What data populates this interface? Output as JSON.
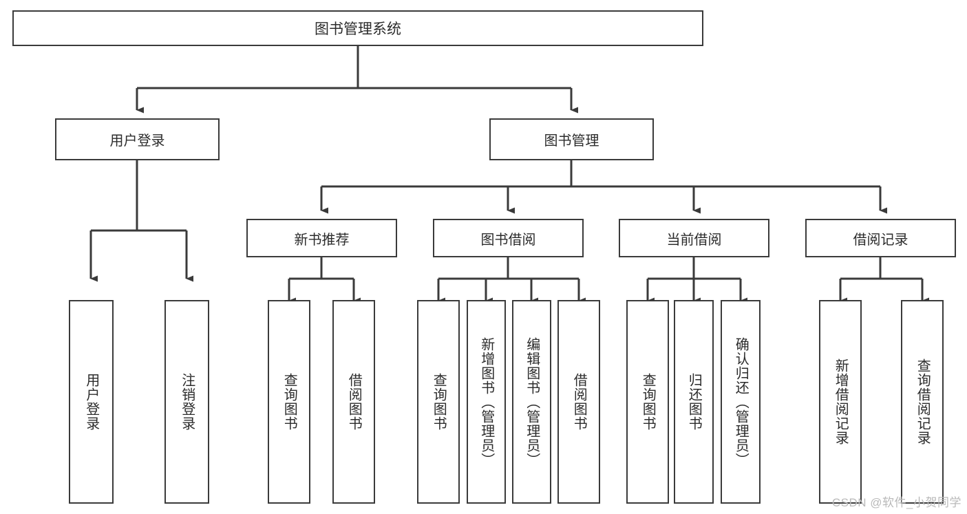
{
  "diagram": {
    "title": "图书管理系统",
    "type": "tree-hierarchy-diagram",
    "colors": {
      "background": "#ffffff",
      "box_border": "#3a3a3a",
      "box_fill": "#ffffff",
      "text": "#2b2b2b",
      "connector": "#3a3a3a",
      "watermark": "#b9b9b9"
    },
    "root": {
      "label": "图书管理系统"
    },
    "level1": [
      {
        "key": "user_login",
        "label": "用户登录"
      },
      {
        "key": "book_manage",
        "label": "图书管理"
      }
    ],
    "level2": [
      {
        "key": "new_book_rec",
        "label": "新书推荐"
      },
      {
        "key": "book_borrow",
        "label": "图书借阅"
      },
      {
        "key": "current_borrow",
        "label": "当前借阅"
      },
      {
        "key": "borrow_record",
        "label": "借阅记录"
      }
    ],
    "leaves": [
      {
        "key": "leaf-user-login",
        "label": "用户登录",
        "parent": "用户登录"
      },
      {
        "key": "leaf-logout-login",
        "label": "注销登录",
        "parent": "用户登录"
      },
      {
        "key": "leaf-query-book-1",
        "label": "查询图书",
        "parent": "新书推荐"
      },
      {
        "key": "leaf-borrow-book-1",
        "label": "借阅图书",
        "parent": "新书推荐"
      },
      {
        "key": "leaf-query-book-2",
        "label": "查询图书",
        "parent": "图书借阅"
      },
      {
        "key": "leaf-add-book",
        "label": "新增图书（管理员）",
        "parent": "图书借阅"
      },
      {
        "key": "leaf-edit-book",
        "label": "编辑图书（管理员）",
        "parent": "图书借阅"
      },
      {
        "key": "leaf-borrow-book-2",
        "label": "借阅图书",
        "parent": "图书借阅"
      },
      {
        "key": "leaf-query-book-3",
        "label": "查询图书",
        "parent": "当前借阅"
      },
      {
        "key": "leaf-return-book",
        "label": "归还图书",
        "parent": "当前借阅"
      },
      {
        "key": "leaf-confirm-return",
        "label": "确认归还（管理员）",
        "parent": "当前借阅"
      },
      {
        "key": "leaf-add-record",
        "label": "新增借阅记录",
        "parent": "借阅记录"
      },
      {
        "key": "leaf-query-record",
        "label": "查询借阅记录",
        "parent": "借阅记录"
      }
    ],
    "watermark": "CSDN @软件_小贺同学"
  }
}
